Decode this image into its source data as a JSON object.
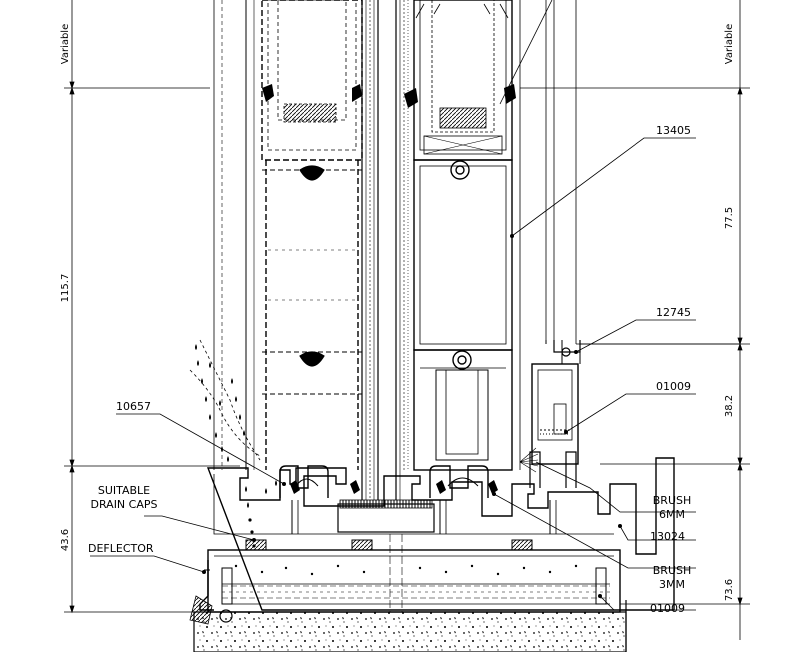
{
  "dimensions": {
    "left_top": "Variable",
    "left_mid": "115.7",
    "left_bottom": "43.6",
    "right_top": "Variable",
    "right_upper": "77.5",
    "right_mid": "38.2",
    "right_bottom": "73.6"
  },
  "callouts": {
    "c13405": "13405",
    "c12745": "12745",
    "c01009_top": "01009",
    "c10657": "10657",
    "drain_caps_1": "SUITABLE",
    "drain_caps_2": "DRAIN CAPS",
    "deflector": "DEFLECTOR",
    "brush6_1": "BRUSH",
    "brush6_2": "6MM",
    "c13024": "13024",
    "brush3_1": "BRUSH",
    "brush3_2": "3MM",
    "c01009_bottom": "01009"
  }
}
